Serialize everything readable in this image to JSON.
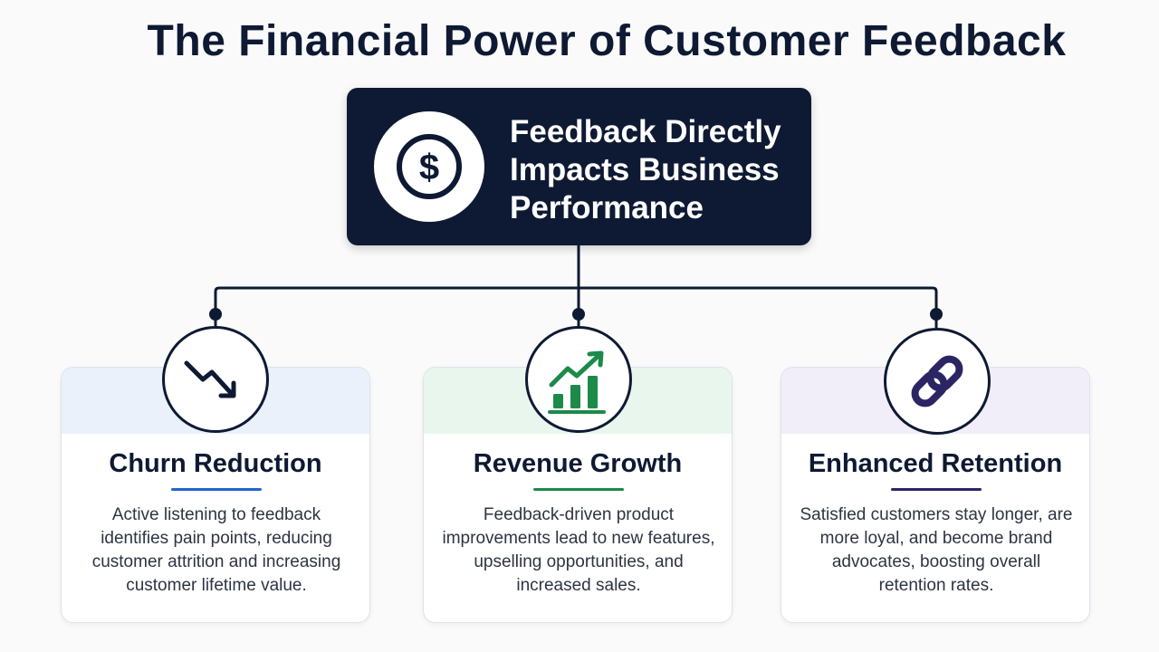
{
  "title": "The Financial Power of Customer Feedback",
  "hub": {
    "text": "Feedback Directly Impacts Business Performance",
    "icon": "dollar-icon"
  },
  "cards": [
    {
      "title": "Churn Reduction",
      "description": "Active listening to feedback identifies pain points, reducing customer attrition and increasing customer lifetime value.",
      "icon": "trending-down-icon",
      "accent": "#2563c9",
      "band": "#eaf1fb"
    },
    {
      "title": "Revenue Growth",
      "description": "Feedback-driven product improvements lead to new features, upselling opportunities, and increased sales.",
      "icon": "growth-chart-icon",
      "accent": "#1d8a4a",
      "band": "#e9f6ee"
    },
    {
      "title": "Enhanced Retention",
      "description": "Satisfied customers stay longer, are more loyal, and become brand advocates, boosting overall retention rates.",
      "icon": "link-chain-icon",
      "accent": "#2b2563",
      "band": "#f1eefa"
    }
  ],
  "colors": {
    "navy": "#0e1a33",
    "background": "#fafafa"
  }
}
